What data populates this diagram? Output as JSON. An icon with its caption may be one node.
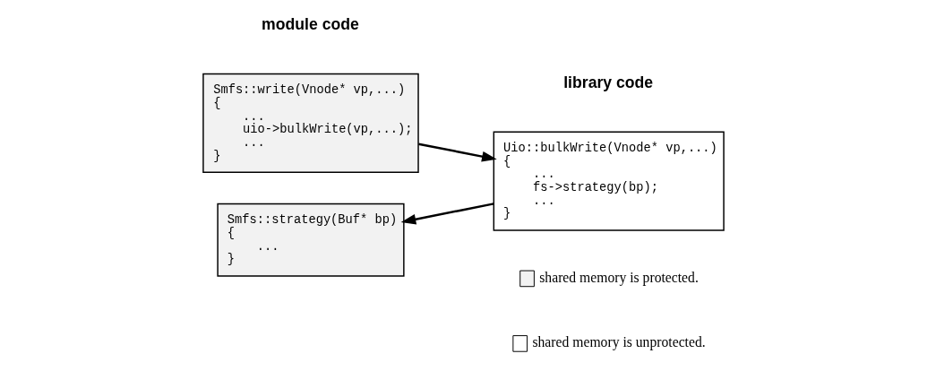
{
  "diagram": {
    "nodes": [
      {
        "text": [
          "Smfs::write(Vnode* vp,...)",
          "{",
          "...",
          "uio->bulkWrite(vp,...);",
          "...",
          "}"
        ]
      },
      {
        "text": [
          "Uio::bulkWrite(Vnode* vp,...)",
          "{",
          "...",
          "fs->strategy(bp);",
          "...",
          "}"
        ]
      },
      {
        "text": [
          "Smfs::strategy(Buf* bp)",
          "{",
          "...",
          "}"
        ]
      }
    ],
    "edges": [
      {
        "from": 0,
        "to": 1,
        "arrow": "to"
      },
      {
        "from": 1,
        "to": 2,
        "arrow": "to"
      }
    ],
    "labels": [
      "module code",
      "library code"
    ],
    "legend": [
      {
        "text": "shared memory is protected.",
        "color": "#f2f2f2"
      },
      {
        "text": "shared memory is unprotected.",
        "color": "#ffffff"
      }
    ]
  }
}
